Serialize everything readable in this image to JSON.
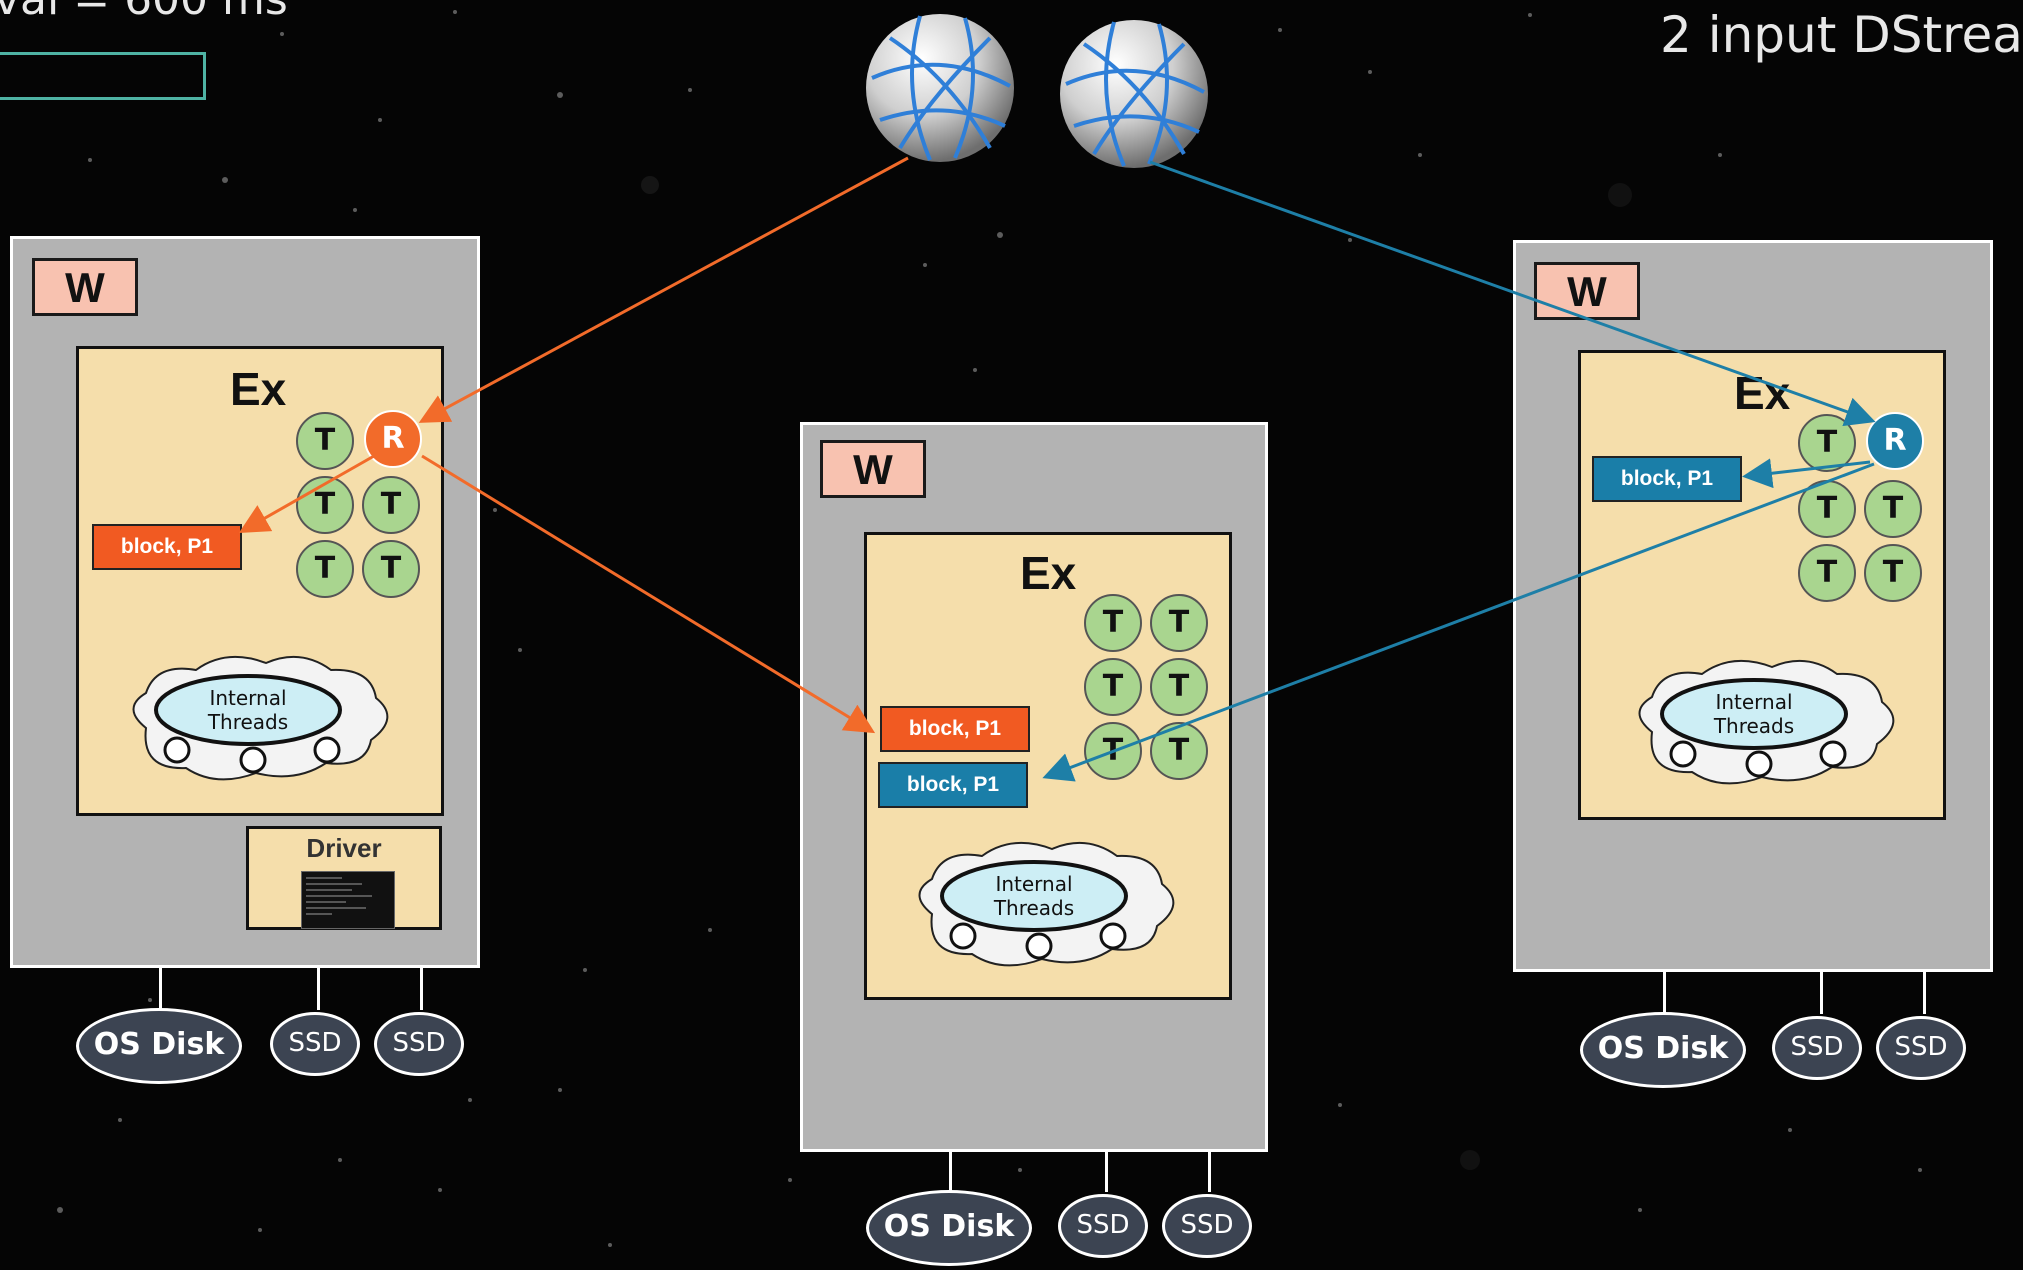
{
  "top_left_text": "val = 600 ms",
  "top_right_text": "2 input DStrea",
  "workers": [
    {
      "w_label": "W",
      "ex_label": "Ex",
      "receiver_label": "R",
      "thread_labels": [
        "T",
        "T",
        "T",
        "T",
        "T"
      ],
      "blocks": [
        "block, P1"
      ],
      "internal_threads": [
        "Internal",
        "Threads"
      ],
      "driver_label": "Driver",
      "disks": [
        "OS Disk",
        "SSD",
        "SSD"
      ]
    },
    {
      "w_label": "W",
      "ex_label": "Ex",
      "thread_labels": [
        "T",
        "T",
        "T",
        "T",
        "T",
        "T"
      ],
      "blocks": [
        "block, P1",
        "block, P1"
      ],
      "internal_threads": [
        "Internal",
        "Threads"
      ],
      "disks": [
        "OS Disk",
        "SSD",
        "SSD"
      ]
    },
    {
      "w_label": "W",
      "ex_label": "Ex",
      "receiver_label": "R",
      "thread_labels": [
        "T",
        "T",
        "T",
        "T",
        "T"
      ],
      "blocks": [
        "block, P1"
      ],
      "internal_threads": [
        "Internal",
        "Threads"
      ],
      "disks": [
        "OS Disk",
        "SSD",
        "SSD"
      ]
    }
  ],
  "colors": {
    "background": "#050505",
    "worker_fill": "#b3b3b3",
    "executor_fill": "#f5deab",
    "w_label_fill": "#f8c2b0",
    "thread_fill": "#a9d58f",
    "orange_stream": "#f26b2a",
    "blue_stream": "#1e7fa7",
    "disk_fill": "#3c4452",
    "cloud_fill": "#cdeef5"
  },
  "icons": {
    "data_sources": [
      "globe-icon",
      "globe-icon"
    ]
  }
}
